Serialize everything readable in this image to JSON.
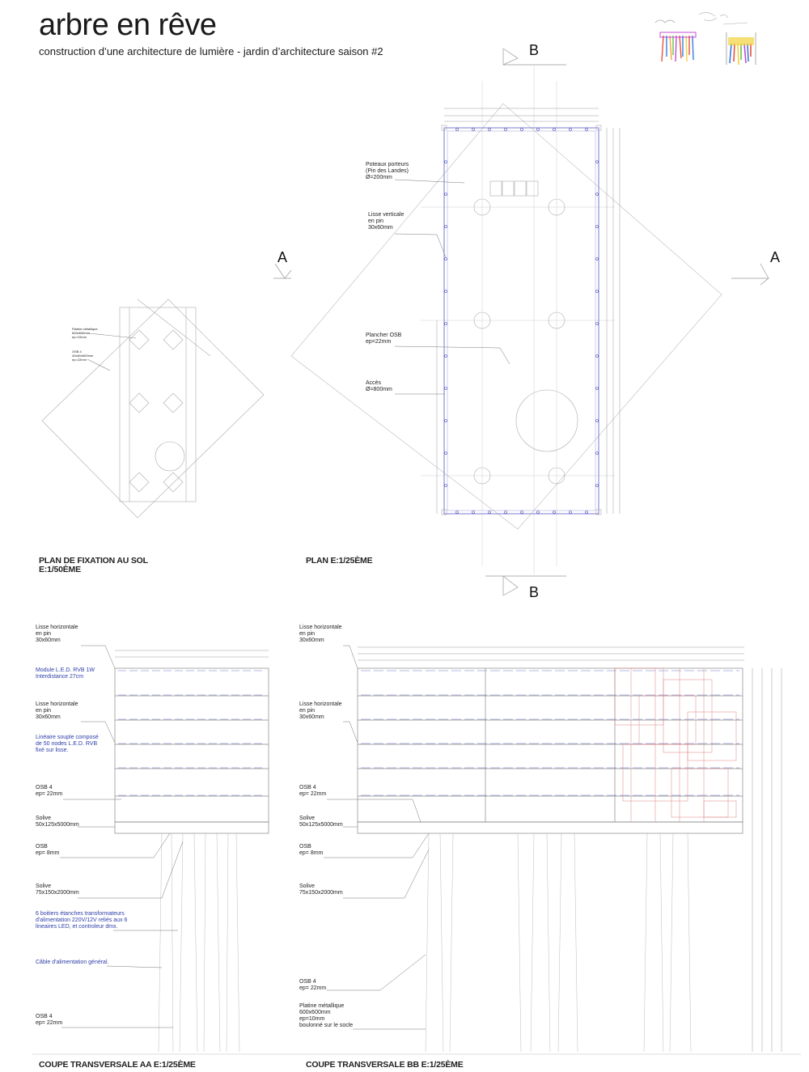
{
  "header": {
    "title": "arbre en rêve",
    "subtitle": "construction d’une architecture de lumière - jardin d’architecture saison #2"
  },
  "section_letters": {
    "b_top": "B",
    "b_bottom": "B",
    "a_left": "A",
    "a_right": "A"
  },
  "captions": {
    "plan_fixation_1": "PLAN DE FIXATION AU SOL",
    "plan_fixation_2": "E:1/50ÈME",
    "plan": "PLAN E:1/25ÈME",
    "coupe_aa": "COUPE TRANSVERSALE AA E:1/25ÈME",
    "coupe_bb": "COUPE TRANSVERSALE BB E:1/25ÈME"
  },
  "plan_notes": {
    "poteaux": "Poteaux porteurs\n(Pin des Landes)\nØ=200mm",
    "lisse_verticale": "Lisse verticale\nen pin\n30x60mm",
    "plancher": "Plancher OSB\nep=22mm",
    "acces": "Accès\nØ=800mm"
  },
  "fixation_notes": {
    "platine": "Platine métallique\n600x600mm\nep=10mm",
    "osb": "OSB 4\n40x60x600mm\nep=22mm"
  },
  "coupe_aa_notes": {
    "lisse_h1": "Lisse horizontale\nen pin\n30x60mm",
    "module": "Module L.E.D. RVB 1W\nInterdistance 27cm",
    "lisse_h2": "Lisse horizontale\nen pin\n30x60mm",
    "lineaire": "Linéaire souple composé\nde 50 nodes L.E.D. RVB\nfixé sur lisse.",
    "osb4": "OSB 4\nep= 22mm",
    "solive1": "Solive\n50x125x5000mm",
    "osb": "OSB\nep= 8mm",
    "solive2": "Solive\n75x150x2000mm",
    "boitiers": "6 boitiers étanches transformateurs\nd'alimentation 220V/12V reliés aux 6\nlineaires LED, et controleur dmx.",
    "cable": "Câble d'alimentation général.",
    "osb4_bottom": "OSB 4\nep= 22mm"
  },
  "coupe_bb_notes": {
    "lisse_h1": "Lisse horizontale\nen pin\n30x60mm",
    "lisse_h2": "Lisse horizontale\nen pin\n30x60mm",
    "osb4": "OSB 4\nep= 22mm",
    "solive1": "Solive\n50x125x5000mm",
    "osb": "OSB\nep= 8mm",
    "solive2": "Solive\n75x150x2000mm",
    "osb4_bottom": "OSB 4\nep= 22mm",
    "platine": "Platine métallique\n600x600mm\nep=10mm\nboulonné sur le socle"
  },
  "colors": {
    "line": "#9a9a9a",
    "line_dark": "#555555",
    "blue": "#2e3ea8",
    "red": "#e06060"
  }
}
